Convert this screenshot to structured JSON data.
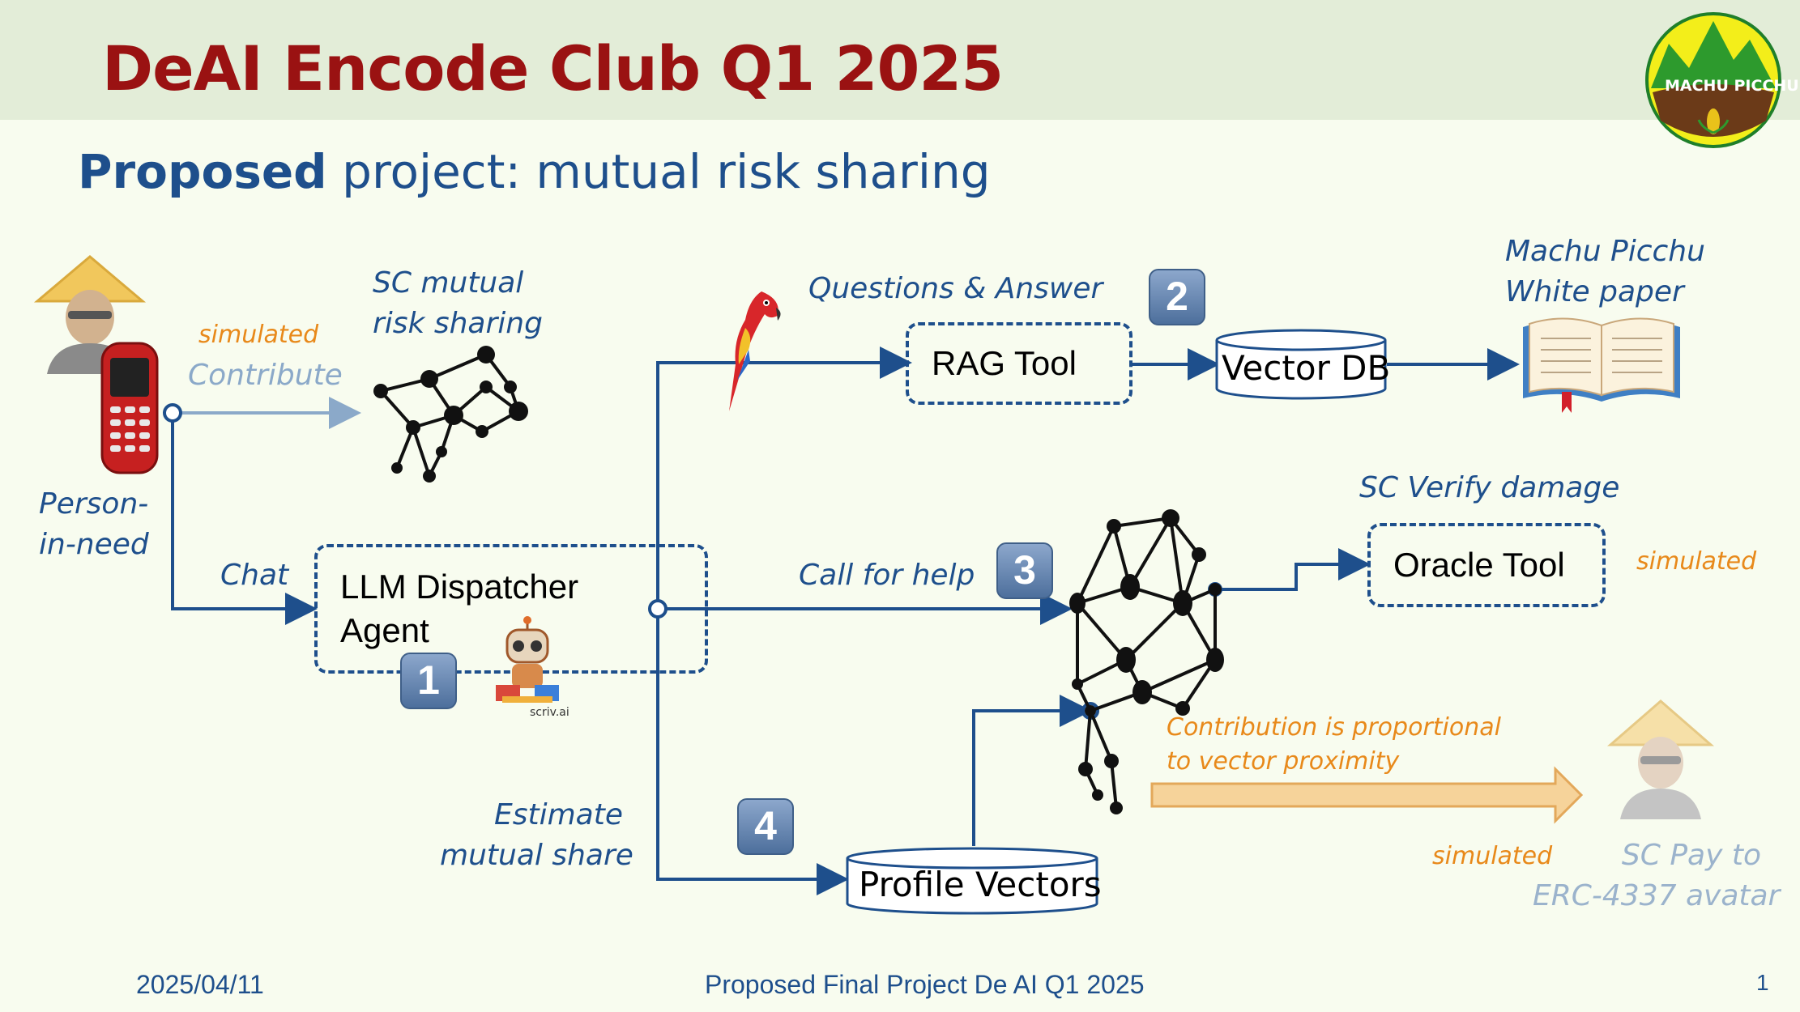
{
  "header": {
    "title": "DeAI Encode Club Q1 2025",
    "logo_text": "MACHU PICCHU"
  },
  "subtitle": {
    "bold": "Proposed",
    "rest": " project: mutual risk sharing"
  },
  "labels": {
    "person": "Person-\nin-need",
    "simulated_1": "simulated",
    "contribute": "Contribute",
    "sc_mutual": "SC mutual\nrisk sharing",
    "chat": "Chat",
    "questions_answer": "Questions & Answer",
    "white_paper": "Machu Picchu\nWhite paper",
    "sc_verify": "SC Verify damage",
    "simulated_2": "simulated",
    "call_for_help": "Call for help",
    "contribution_note": "Contribution is proportional\nto vector proximity",
    "estimate": "Estimate\nmutual share",
    "simulated_3": "simulated",
    "sc_pay": "SC Pay to\nERC-4337 avatar",
    "scriv": "scriv.ai"
  },
  "boxes": {
    "llm": "LLM Dispatcher\nAgent",
    "rag": "RAG Tool",
    "vector_db": "Vector DB",
    "oracle": "Oracle Tool",
    "profile": "Profile Vectors"
  },
  "badges": [
    "1",
    "2",
    "3",
    "4"
  ],
  "footer": {
    "date": "2025/04/11",
    "center": "Proposed Final Project De AI Q1 2025",
    "page": "1"
  },
  "colors": {
    "title": "#9a1212",
    "primary": "#1e4f8c",
    "accent": "#e8891a",
    "header_bg": "#e3edd8"
  }
}
